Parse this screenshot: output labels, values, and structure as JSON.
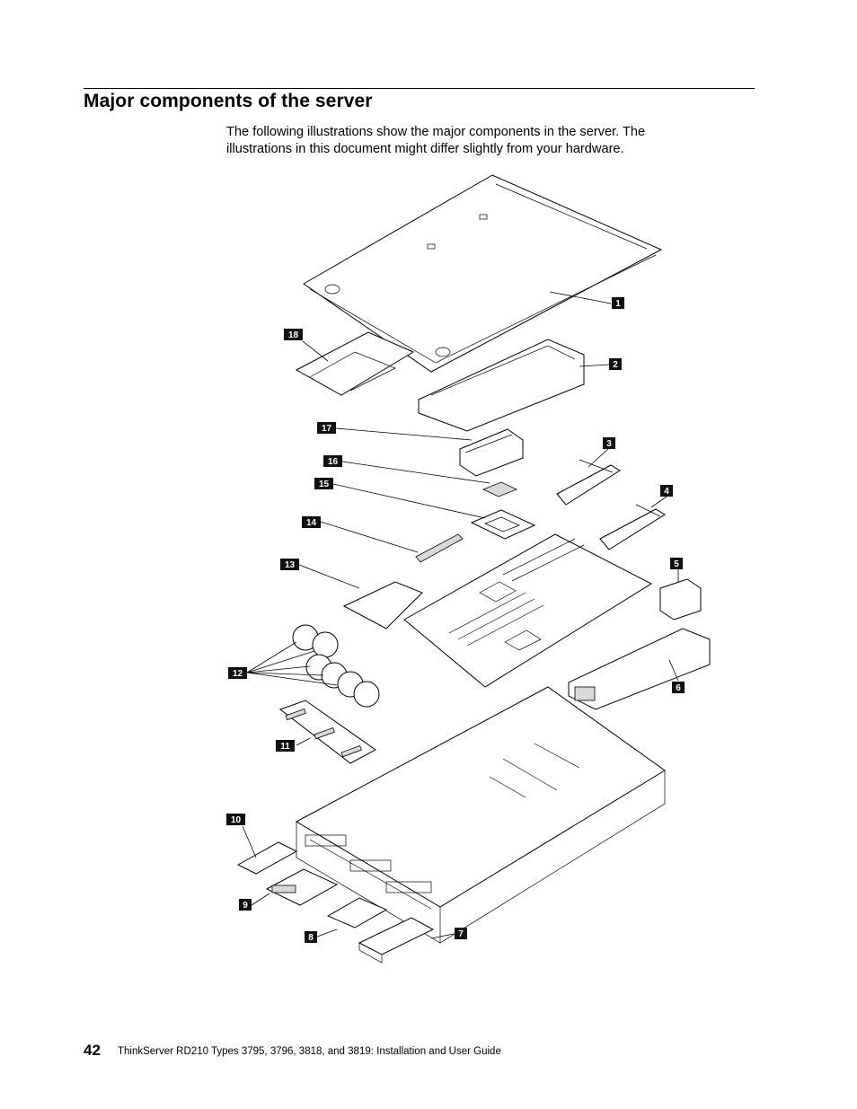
{
  "section": {
    "title": "Major components of the server",
    "intro": "The following illustrations show the major components in the server. The illustrations in this document might differ slightly from your hardware."
  },
  "figure": {
    "callouts": [
      {
        "number": "1"
      },
      {
        "number": "2"
      },
      {
        "number": "3"
      },
      {
        "number": "4"
      },
      {
        "number": "5"
      },
      {
        "number": "6"
      },
      {
        "number": "7"
      },
      {
        "number": "8"
      },
      {
        "number": "9"
      },
      {
        "number": "10"
      },
      {
        "number": "11"
      },
      {
        "number": "12"
      },
      {
        "number": "13"
      },
      {
        "number": "14"
      },
      {
        "number": "15"
      },
      {
        "number": "16"
      },
      {
        "number": "17"
      },
      {
        "number": "18"
      }
    ]
  },
  "footer": {
    "page_number": "42",
    "doc_title": "ThinkServer RD210 Types 3795, 3796, 3818, and 3819:  Installation and User Guide"
  }
}
